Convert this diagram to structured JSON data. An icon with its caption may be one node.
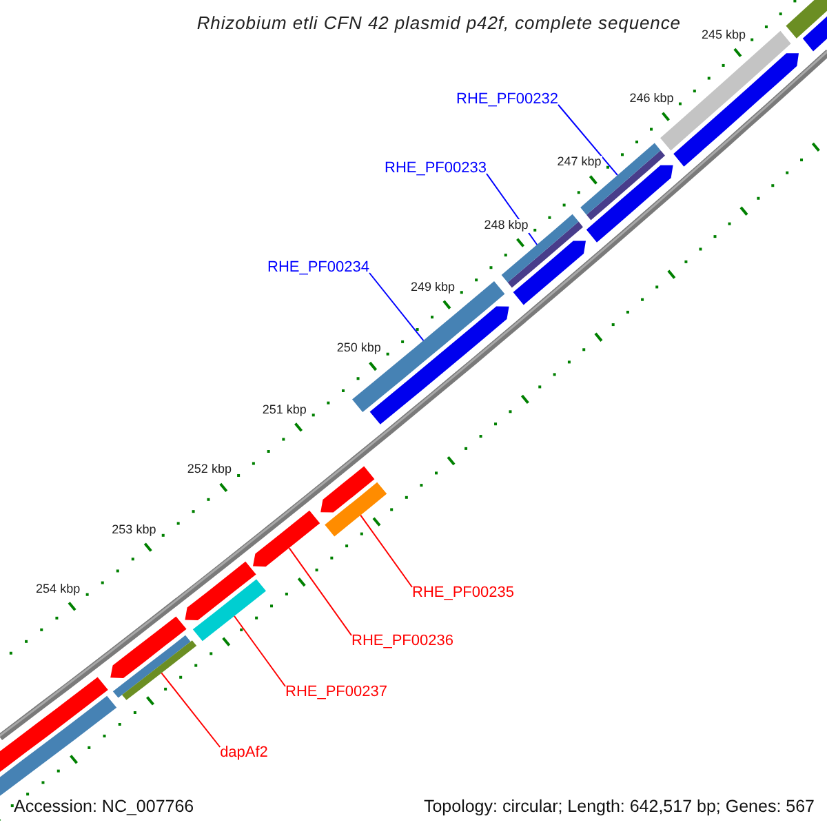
{
  "diagram": {
    "title": "Rhizobium etli CFN 42 plasmid p42f, complete sequence",
    "nodes": [
      {
        "text": [
          "RHE_PF00232"
        ]
      },
      {
        "text": [
          "RHE_PF00233"
        ]
      },
      {
        "text": [
          "RHE_PF00234"
        ]
      },
      {
        "text": [
          "RHE_PF00235"
        ]
      },
      {
        "text": [
          "RHE_PF00236"
        ]
      },
      {
        "text": [
          "RHE_PF00237"
        ]
      },
      {
        "text": [
          "dapAf2"
        ]
      },
      {
        "text": [],
        "shape": "bar"
      },
      {
        "text": [],
        "shape": "bar"
      },
      {
        "text": [],
        "shape": "bar"
      },
      {
        "text": [],
        "shape": "bar"
      },
      {
        "text": [],
        "shape": "bar"
      },
      {
        "text": [],
        "shape": "bar"
      },
      {
        "text": [],
        "shape": "bar"
      }
    ],
    "edges": [
      {
        "from": 0,
        "to": 7,
        "arrow": "none",
        "color": "#0000ff"
      },
      {
        "from": 1,
        "to": 8,
        "arrow": "none",
        "color": "#0000ff"
      },
      {
        "from": 2,
        "to": 9,
        "arrow": "none",
        "color": "#0000ff"
      },
      {
        "from": 3,
        "to": 10,
        "arrow": "none"
      },
      {
        "from": 4,
        "to": 11,
        "arrow": "none"
      },
      {
        "from": 5,
        "to": 12,
        "arrow": "none"
      },
      {
        "from": 6,
        "to": 13,
        "arrow": "none"
      }
    ],
    "labels": [
      "245 kbp",
      "246 kbp",
      "247 kbp",
      "248 kbp",
      "249 kbp",
      "250 kbp",
      "251 kbp",
      "252 kbp",
      "253 kbp",
      "254 kbp",
      "Accession: NC_007766",
      "Topology: circular; Length: 642,517 bp; Genes: 567"
    ]
  }
}
